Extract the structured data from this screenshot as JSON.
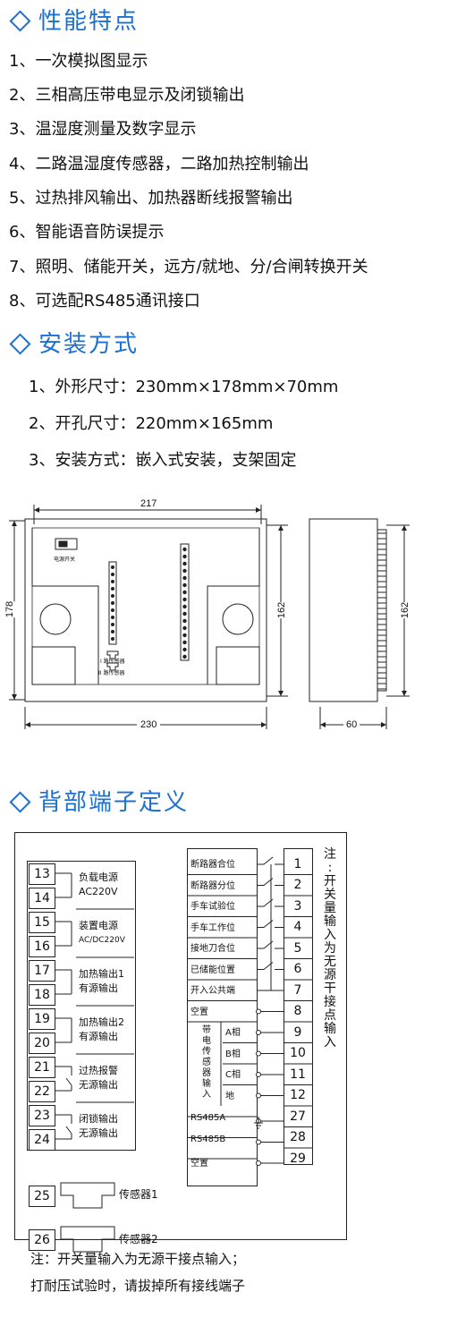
{
  "features": {
    "title": "性能特点",
    "items": [
      "1、一次模拟图显示",
      "2、三相高压带电显示及闭锁输出",
      "3、温湿度测量及数字显示",
      "4、二路温湿度传感器，二路加热控制输出",
      "5、过热排风输出、加热器断线报警输出",
      "6、智能语音防误提示",
      "7、照明、储能开关，远方/就地、分/合闸转换开关",
      "8、可选配RS485通讯接口"
    ]
  },
  "installation": {
    "title": "安装方式",
    "items": [
      "1、外形尺寸：230mm×178mm×70mm",
      "2、开孔尺寸：220mm×165mm",
      "3、安装方式：嵌入式安装，支架固定"
    ]
  },
  "drawing": {
    "top_width": "217",
    "left_height": "178",
    "right_height": "162",
    "bottom_width": "230",
    "side_height": "162",
    "side_depth": "60",
    "power_switch": "电源开关",
    "sensor1": "I 路传感器",
    "sensor2": "II 路传感器"
  },
  "terminals": {
    "title": "背部端子定义",
    "left": [
      {
        "n1": "13",
        "n2": "14",
        "l1": "负载电源",
        "l2": "AC220V"
      },
      {
        "n1": "15",
        "n2": "16",
        "l1": "装置电源",
        "l2": "AC/DC220V"
      },
      {
        "n1": "17",
        "n2": "18",
        "l1": "加热输出1",
        "l2": "有源输出"
      },
      {
        "n1": "19",
        "n2": "20",
        "l1": "加热输出2",
        "l2": "有源输出"
      },
      {
        "n1": "21",
        "n2": "22",
        "l1": "过热报警",
        "l2": "无源输出"
      },
      {
        "n1": "23",
        "n2": "24",
        "l1": "闭锁输出",
        "l2": "无源输出"
      }
    ],
    "sensors": [
      {
        "num": "25",
        "label": "传感器1"
      },
      {
        "num": "26",
        "label": "传感器2"
      }
    ],
    "right": [
      {
        "label": "断路器合位",
        "num": "1"
      },
      {
        "label": "断路器分位",
        "num": "2"
      },
      {
        "label": "手车试验位",
        "num": "3"
      },
      {
        "label": "手车工作位",
        "num": "4"
      },
      {
        "label": "接地刀合位",
        "num": "5"
      },
      {
        "label": "已储能位置",
        "num": "6"
      },
      {
        "label": "开入公共端",
        "num": "7"
      },
      {
        "label": "空置",
        "num": "8"
      }
    ],
    "live": {
      "group": [
        "带",
        "电",
        "传",
        "感",
        "器",
        "输",
        "入"
      ],
      "rows": [
        {
          "label": "A相",
          "num": "9"
        },
        {
          "label": "B相",
          "num": "10"
        },
        {
          "label": "C相",
          "num": "11"
        },
        {
          "label": "地",
          "num": "12"
        }
      ]
    },
    "comm": [
      {
        "label": "RS485A",
        "num": "27"
      },
      {
        "label": "RS485B",
        "num": "28"
      },
      {
        "label": "空置",
        "num": "29"
      }
    ],
    "side_note": [
      "注",
      ":",
      "开",
      "关",
      "量",
      "输",
      "入",
      "为",
      "无",
      "源",
      "干",
      "接",
      "点",
      "输",
      "入"
    ],
    "footnote1": "注：开关量输入为无源干接点输入；",
    "footnote2": "打耐压试验时，请拔掉所有接线端子"
  }
}
